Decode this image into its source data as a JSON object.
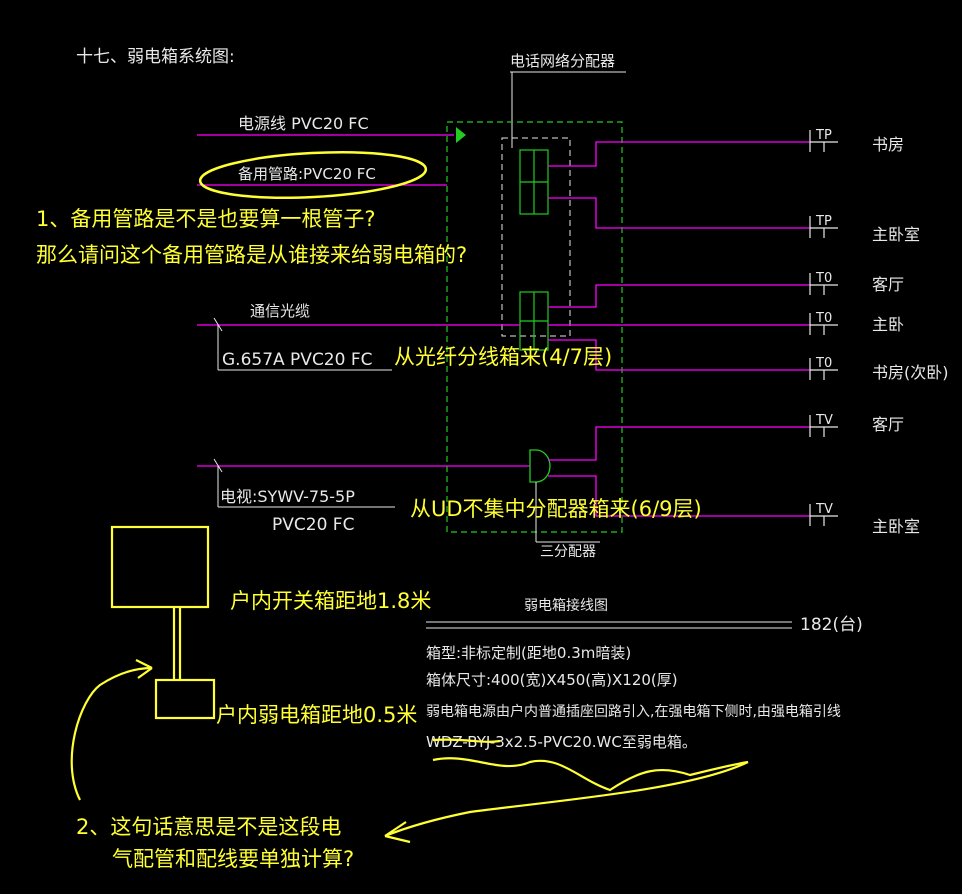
{
  "section_title": "十七、弱电箱系统图:",
  "distributor_top": "电话网络分配器",
  "splitter_label": "三分配器",
  "incoming": {
    "power_line": "电源线 PVC20 FC",
    "spare_conduit": "备用管路:PVC20 FC",
    "fiber_title": "通信光缆",
    "fiber_spec": "G.657A PVC20 FC",
    "tv_spec_1": "电视:SYWV-75-5P",
    "tv_spec_2": "PVC20 FC"
  },
  "outlets": [
    {
      "code": "TP",
      "room": "书房"
    },
    {
      "code": "TP",
      "room": "主卧室"
    },
    {
      "code": "T0",
      "room": "客厅"
    },
    {
      "code": "T0",
      "room": "主卧"
    },
    {
      "code": "T0",
      "room": "书房(次卧)"
    },
    {
      "code": "TV",
      "room": "客厅"
    },
    {
      "code": "TV",
      "room": "主卧室"
    }
  ],
  "notes": {
    "wiring_title": "弱电箱接线图",
    "count": "182(台)",
    "line1": "箱型:非标定制(距地0.3m暗装)",
    "line2": "箱体尺寸:400(宽)X450(高)X120(厚)",
    "line3": "弱电箱电源由户内普通插座回路引入,在强电箱下侧时,由强电箱引线",
    "line4": "WDZ-BYJ-3x2.5-PVC20.WC至弱电箱。"
  },
  "annotations": {
    "q1_line1": "1、备用管路是不是也要算一根管子?",
    "q1_line2": "那么请问这个备用管路是从谁接来给弱电箱的?",
    "fiber_source": "从光纤分线箱来(4/7层)",
    "tv_source": "从UD不集中分配器箱来(6/9层)",
    "switch_box": "户内开关箱距地1.8米",
    "weak_box": "户内弱电箱距地0.5米",
    "q2_line1": "2、这句话意思是不是这段电",
    "q2_line2": "气配管和配线要单独计算?"
  },
  "colors": {
    "background": "#000000",
    "conduit": "#ff00ff",
    "box_outline": "#22cc22",
    "cad_text": "#e8e8e8",
    "markup": "#ffff33"
  }
}
